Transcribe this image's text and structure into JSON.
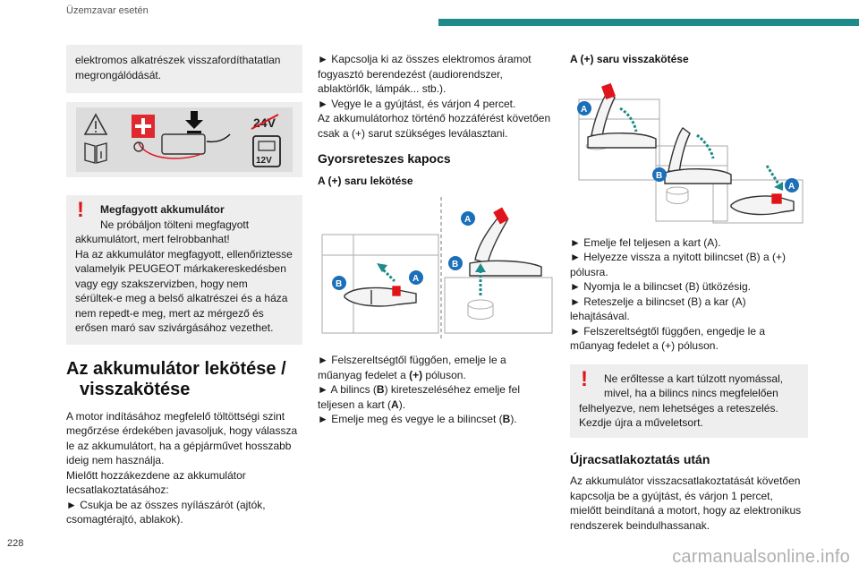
{
  "header": {
    "title": "Üzemzavar esetén",
    "accent": "#1f8a8a"
  },
  "page_number": "228",
  "watermark": "carmanualsonline.info",
  "col1": {
    "intro_lines": [
      "elektromos alkatrészek visszafordíthatatlan",
      "megrongálódását."
    ],
    "warn_figure": {
      "voltage_24": "24V",
      "voltage_12": "12V"
    },
    "alert": {
      "title": "Megfagyott akkumulátor",
      "line1": "Ne próbáljon tölteni megfagyott",
      "rest": [
        "akkumulátort, mert felrobbanhat!",
        "Ha az akkumulátor megfagyott, ellenőriztesse",
        "valamelyik PEUGEOT márkakereskedésben",
        "vagy egy szakszervizben, hogy nem",
        "sérültek-e meg a belső alkatrészei és a háza",
        "nem repedt-e meg, mert az mérgező és",
        "erősen maró sav szivárgásához vezethet."
      ]
    },
    "section_title_1": "Az akkumulátor lekötése /",
    "section_title_2": "visszakötése",
    "body_lines": [
      "A motor indításához megfelelő töltöttségi szint",
      "megőrzése érdekében javasoljuk, hogy válassza",
      "le az akkumulátort, ha a gépjárművet hosszabb",
      "ideig nem használja.",
      "Mielőtt hozzákezdene az akkumulátor",
      "lecsatlakoztatásához:",
      "► Csukja be az összes nyílászárót (ajtók,",
      "csomagtérajtó, ablakok)."
    ]
  },
  "col2": {
    "top_lines": [
      "► Kapcsolja ki az összes elektromos áramot",
      "fogyasztó berendezést (audiorendszer,",
      "ablaktörlők, lámpák... stb.).",
      "► Vegye le a gyújtást, és várjon 4 percet.",
      "Az akkumulátorhoz történő hozzáférést követően",
      "csak a (+) sarut szükséges leválasztani."
    ],
    "heading": "Gyorsreteszes kapocs",
    "subheading": "A (+) saru lekötése",
    "fig_labels": {
      "a": "A",
      "b": "B"
    },
    "steps": [
      [
        "► Felszereltségtől függően, emelje le a",
        "műanyag fedelet a ",
        "(+)",
        " póluson."
      ],
      [
        "► A bilincs (",
        "B",
        ") kireteszeléséhez emelje fel",
        "teljesen a kart (",
        "A",
        ")."
      ],
      [
        "► Emelje meg és vegye le a bilincset (",
        "B",
        ")."
      ]
    ]
  },
  "col3": {
    "heading": "A (+) saru visszakötése",
    "fig_labels": {
      "a": "A",
      "b": "B"
    },
    "steps": [
      "► Emelje fel teljesen a kart (A).",
      "► Helyezze vissza a nyitott bilincset (B) a (+)",
      "pólusra.",
      "► Nyomja le a bilincset (B) ütközésig.",
      "► Reteszelje a bilincset (B) a kar (A)",
      "lehajtásával.",
      "► Felszereltségtől függően, engedje le a",
      "műanyag fedelet a (+) póluson."
    ],
    "alert": {
      "line1": "Ne erőltesse a kart túlzott nyomással,",
      "line2": "mivel, ha a bilincs nincs megfelelően",
      "rest": [
        "felhelyezve, nem lehetséges a reteszelés.",
        "Kezdje újra a műveletsort."
      ]
    },
    "heading2": "Újracsatlakoztatás után",
    "final_lines": [
      "Az akkumulátor visszacsatlakoztatását követően",
      "kapcsolja be a gyújtást, és várjon 1 percet,",
      "mielőtt beindítaná a motort, hogy az elektronikus",
      "rendszerek beindulhassanak."
    ]
  },
  "colors": {
    "accent_teal": "#1f8a8a",
    "warning_red": "#e0151b",
    "label_blue": "#1b6fb8",
    "panel_grey": "#eeeeee"
  }
}
